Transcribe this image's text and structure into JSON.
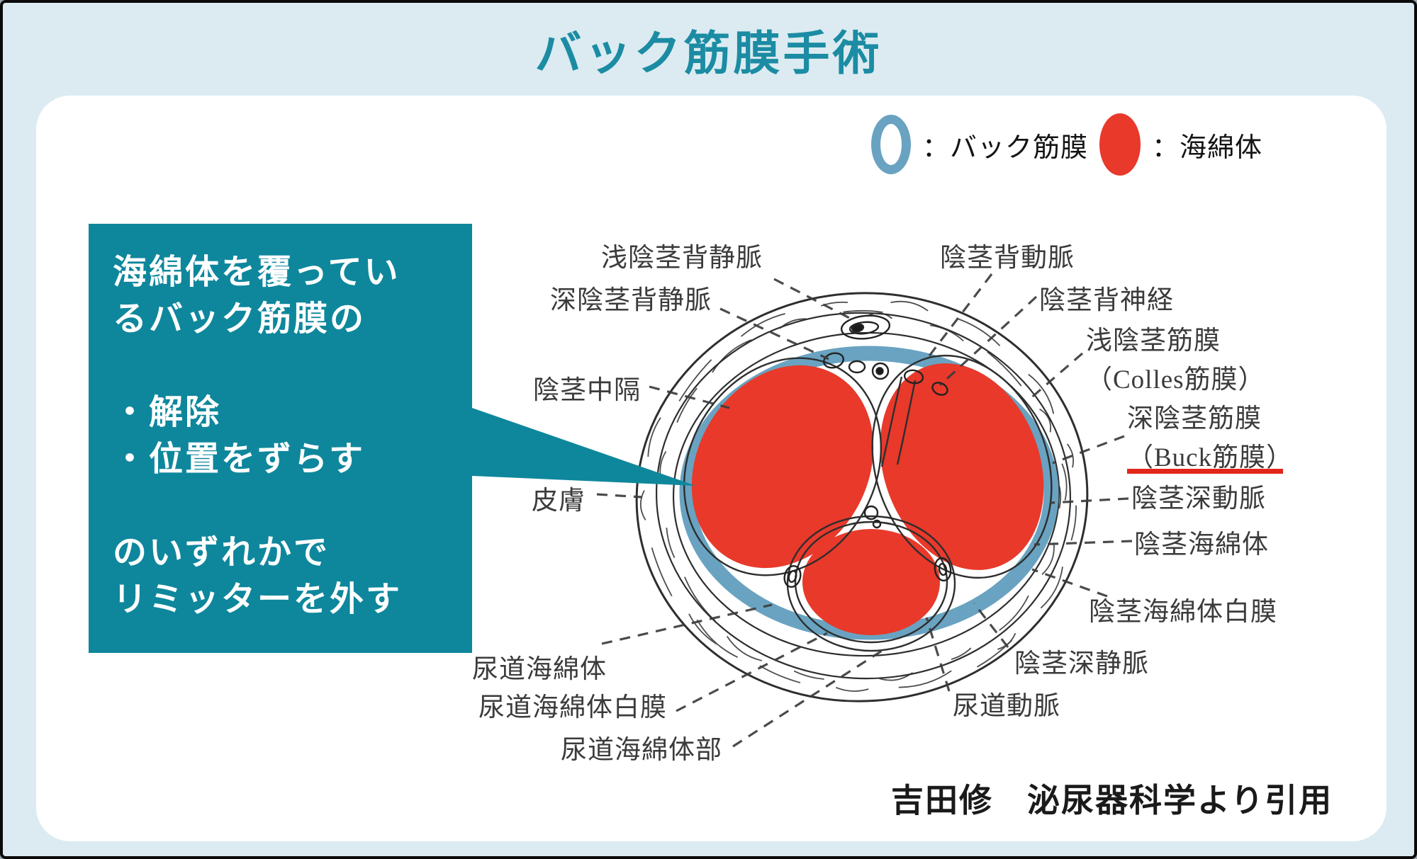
{
  "title": "バック筋膜手術",
  "legend": {
    "ring_label": "：バック筋膜",
    "circle_label": "：海綿体",
    "ring_color": "#69a3c1",
    "circle_color": "#e8392b"
  },
  "callout": {
    "bg_color": "#0e879c",
    "lines": [
      "海綿体を覆ってい",
      "るバック筋膜の",
      "",
      "・解除",
      "・位置をずらす",
      "",
      "のいずれかで",
      "リミッターを外す"
    ]
  },
  "diagram": {
    "labels": {
      "superficial_dorsal_vein": "浅陰茎背静脈",
      "deep_dorsal_vein": "深陰茎背静脈",
      "dorsal_artery": "陰茎背動脈",
      "dorsal_nerve": "陰茎背神経",
      "superficial_fascia": [
        "浅陰茎筋膜",
        "（Colles筋膜）"
      ],
      "deep_fascia": [
        "深陰茎筋膜",
        "（Buck筋膜）"
      ],
      "deep_artery": "陰茎深動脈",
      "corpus_cavernosum": "陰茎海綿体",
      "tunica_albuginea_cavernosum": "陰茎海綿体白膜",
      "deep_vein": "陰茎深静脈",
      "urethral_artery": "尿道動脈",
      "septum": "陰茎中隔",
      "skin": "皮膚",
      "corpus_spongiosum": "尿道海綿体",
      "tunica_albuginea_spongiosum": "尿道海綿体白膜",
      "spongy_urethra": "尿道海綿体部"
    },
    "colors": {
      "buck_fascia_ring": "#69a3c1",
      "cavernous_body_red": "#e8392b",
      "line_black": "#2e2e2e",
      "underline_red": "#e3261a"
    }
  },
  "citation": "吉田修　泌尿器科学より引用",
  "page": {
    "bg_color": "#dcebf1",
    "card_color": "#ffffff",
    "title_color": "#1b8ca3"
  }
}
